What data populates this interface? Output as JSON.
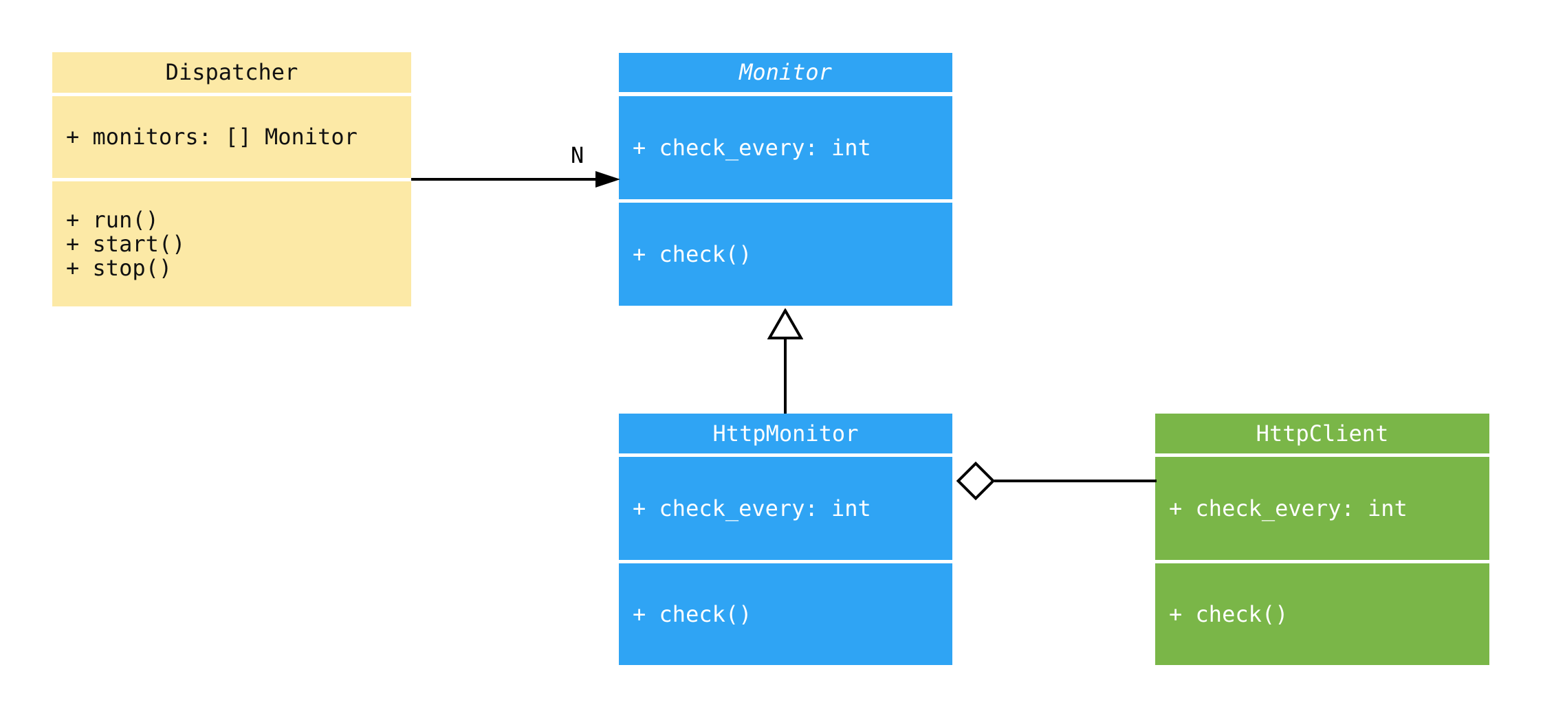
{
  "diagram": {
    "type": "uml-class-diagram",
    "background_color": "#FFFFFF",
    "line_color": "#000000",
    "classes": {
      "dispatcher": {
        "name": "Dispatcher",
        "abstract": false,
        "fill_color": "#FCE9A6",
        "text_color": "#111111",
        "attributes": [
          "+ monitors: [] Monitor"
        ],
        "methods": [
          "+ run()",
          "+ start()",
          "+ stop()"
        ]
      },
      "monitor": {
        "name": "Monitor",
        "abstract": true,
        "fill_color": "#2FA4F4",
        "text_color": "#FFFFFF",
        "attributes": [
          "+ check_every: int"
        ],
        "methods": [
          "+ check()"
        ]
      },
      "http_monitor": {
        "name": "HttpMonitor",
        "abstract": false,
        "fill_color": "#2FA4F4",
        "text_color": "#FFFFFF",
        "attributes": [
          "+ check_every: int"
        ],
        "methods": [
          "+ check()"
        ]
      },
      "http_client": {
        "name": "HttpClient",
        "abstract": false,
        "fill_color": "#7AB648",
        "text_color": "#FFFFFF",
        "attributes": [
          "+ check_every: int"
        ],
        "methods": [
          "+ check()"
        ]
      }
    },
    "relationships": [
      {
        "from": "Dispatcher",
        "to": "Monitor",
        "type": "association",
        "arrow": "filled-arrowhead",
        "multiplicity_label": "N"
      },
      {
        "from": "HttpMonitor",
        "to": "Monitor",
        "type": "inheritance",
        "arrow": "hollow-triangle"
      },
      {
        "from": "HttpMonitor",
        "to": "HttpClient",
        "type": "aggregation",
        "arrow": "hollow-diamond"
      }
    ]
  }
}
